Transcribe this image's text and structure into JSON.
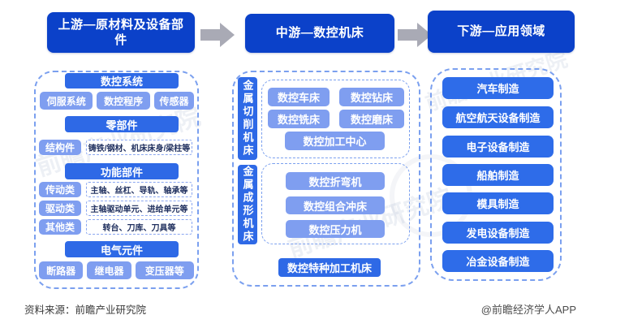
{
  "headers": {
    "upstream": "上游—原材料及设备部件",
    "midstream": "中游—数控机床",
    "downstream": "下游—应用领域"
  },
  "upstream": {
    "sections": [
      {
        "title": "数控系统",
        "chips": [
          "伺服系统",
          "数控程序",
          "传感器"
        ]
      },
      {
        "title": "零部件",
        "rows": [
          {
            "label": "结构件",
            "value": "铸铁/钢材、机床床身/梁柱等"
          }
        ]
      },
      {
        "title": "功能部件",
        "rows": [
          {
            "label": "传动类",
            "value": "主轴、丝杠、导轨、轴承等"
          },
          {
            "label": "驱动类",
            "value": "主轴驱动单元、进给单元等"
          },
          {
            "label": "其他类",
            "value": "转台、刀库、刀具等"
          }
        ]
      },
      {
        "title": "电气元件",
        "chips": [
          "断路器",
          "继电器",
          "变压器等"
        ]
      }
    ]
  },
  "midstream": {
    "groups": [
      {
        "side_label": "金属切削机床",
        "items": [
          "数控车床",
          "数控钻床",
          "数控铣床",
          "数控磨床",
          "数控加工中心"
        ]
      },
      {
        "side_label": "金属成形机床",
        "items": [
          "数控折弯机",
          "数控组合冲床",
          "数控压力机"
        ]
      }
    ],
    "special": "数控特种加工机床"
  },
  "downstream": {
    "items": [
      "汽车制造",
      "航空航天设备制造",
      "电子设备制造",
      "船舶制造",
      "模具制造",
      "发电设备制造",
      "冶金设备制造"
    ]
  },
  "footer": {
    "source": "资料来源：前瞻产业研究院",
    "credit": "@前瞻经济学人APP"
  },
  "watermark": {
    "text": "前瞻产业研究院"
  },
  "colors": {
    "header_blue": "#0b41c9",
    "accent_blue": "#2e69e6",
    "light_blue": "#7f9ef0",
    "dashed_border": "#7ba0ef",
    "arrow_gray": "#a9aab5"
  }
}
